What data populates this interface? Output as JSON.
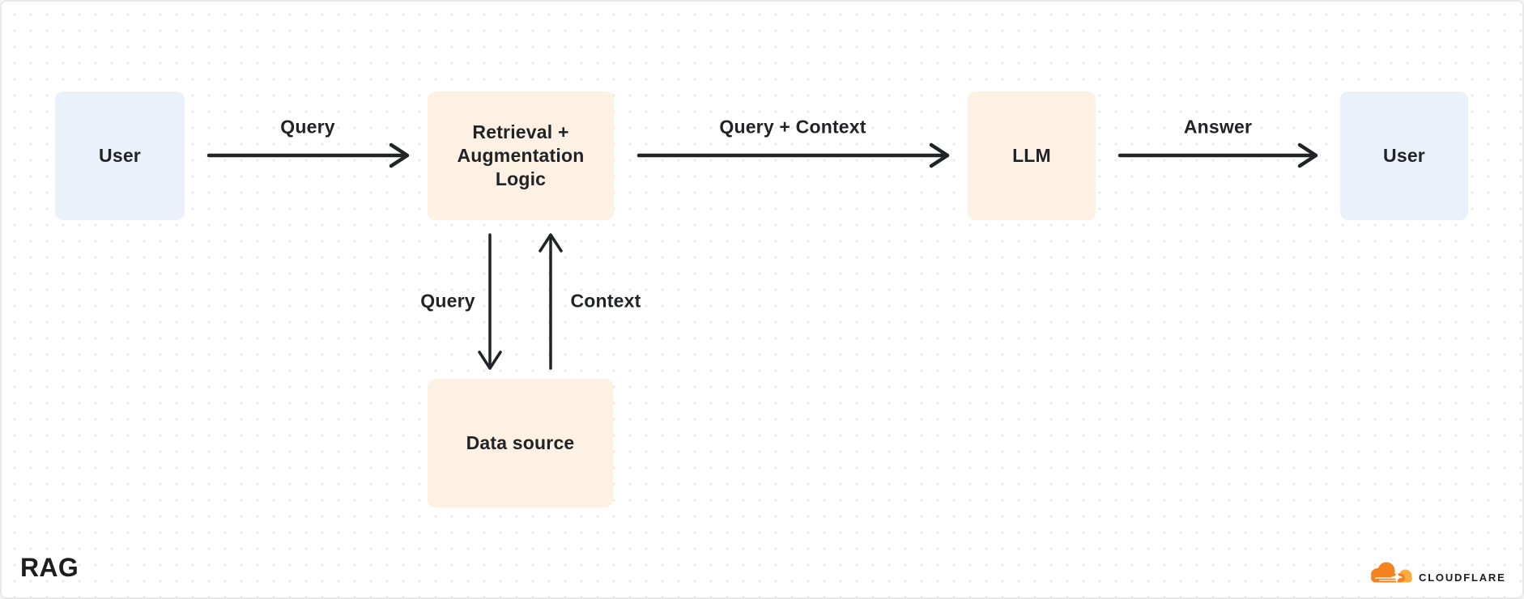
{
  "colors": {
    "background": "#ffffff",
    "dot_grid": "#e9e9e9",
    "ink": "#222326",
    "node_user_fill": "#ebf1fb",
    "node_process_fill": "#fcf1e2",
    "frame_border": "#e8e8e8",
    "cloudflare_orange": "#f6821f",
    "cloudflare_orange_light": "#fbad41"
  },
  "diagram": {
    "title": "RAG",
    "nodes": {
      "user_left": {
        "label": "User",
        "type": "user"
      },
      "retrieval": {
        "label": "Retrieval + Augmentation Logic",
        "type": "process"
      },
      "llm": {
        "label": "LLM",
        "type": "process"
      },
      "user_right": {
        "label": "User",
        "type": "user"
      },
      "data_source": {
        "label": "Data source",
        "type": "process"
      }
    },
    "edges": {
      "query": {
        "label": "Query",
        "from": "user_left",
        "to": "retrieval"
      },
      "query_context": {
        "label": "Query + Context",
        "from": "retrieval",
        "to": "llm"
      },
      "answer": {
        "label": "Answer",
        "from": "llm",
        "to": "user_right"
      },
      "query_down": {
        "label": "Query",
        "from": "retrieval",
        "to": "data_source"
      },
      "context_up": {
        "label": "Context",
        "from": "data_source",
        "to": "retrieval"
      }
    }
  },
  "brand": {
    "name": "CLOUDFLARE",
    "logo": "cloudflare-cloud-icon"
  }
}
